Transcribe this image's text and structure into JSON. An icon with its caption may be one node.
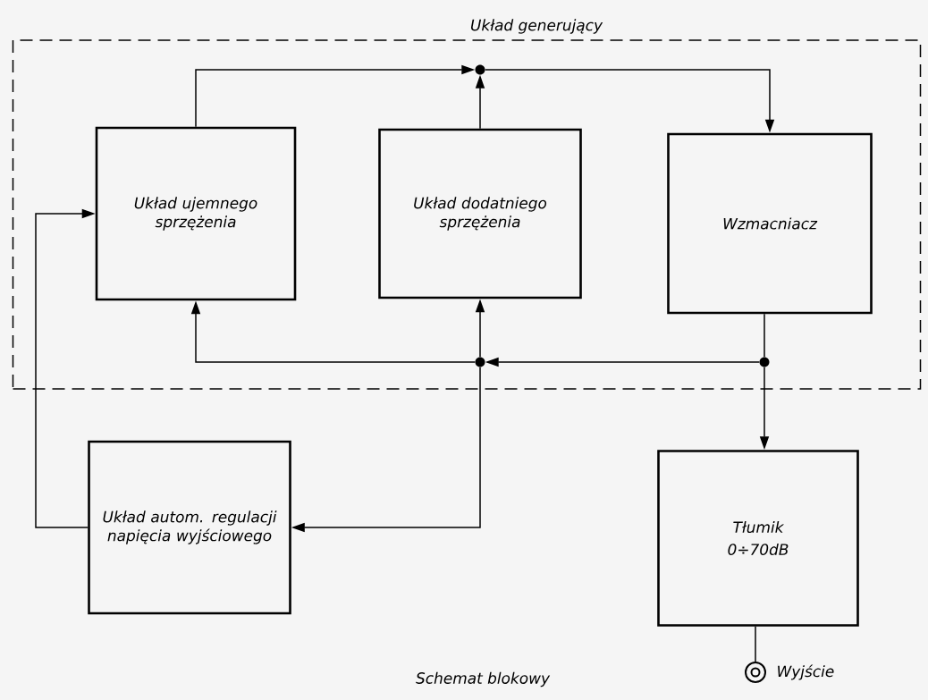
{
  "diagram": {
    "caption": "Schemat blokowy",
    "nodes": [
      {
        "text": [
          "Układ generujący"
        ]
      },
      {
        "text": [
          "Układ ujemnego sprzężenia"
        ],
        "in": 0
      },
      {
        "text": [
          "Układ dodatniego sprzężenia"
        ],
        "in": 0
      },
      {
        "text": [
          "Wzmacniacz"
        ],
        "in": 0
      },
      {
        "text": [
          "Układ autom. regulacji napięcia wyjściowego"
        ]
      },
      {
        "text": [
          "Tłumik",
          "0÷70dB"
        ]
      },
      {
        "text": [
          "Wyjście"
        ]
      },
      {
        "text": [],
        "shape": "circle",
        "in": 0
      },
      {
        "text": [],
        "shape": "circle",
        "in": 0
      },
      {
        "text": [],
        "shape": "circle",
        "in": 0
      }
    ],
    "edges": [
      {
        "from": 1,
        "to": 7,
        "arrow": "to"
      },
      {
        "from": 2,
        "to": 7,
        "arrow": "to"
      },
      {
        "from": 7,
        "to": 3,
        "arrow": "to"
      },
      {
        "from": 3,
        "to": 9,
        "arrow": "none"
      },
      {
        "from": 9,
        "to": 5,
        "arrow": "to"
      },
      {
        "from": 9,
        "to": 8,
        "arrow": "to"
      },
      {
        "from": 8,
        "to": 2,
        "arrow": "to"
      },
      {
        "from": 8,
        "to": 1,
        "arrow": "to"
      },
      {
        "from": 8,
        "to": 4,
        "arrow": "to"
      },
      {
        "from": 4,
        "to": 1,
        "arrow": "to"
      },
      {
        "from": 5,
        "to": 6,
        "arrow": "none"
      }
    ]
  }
}
